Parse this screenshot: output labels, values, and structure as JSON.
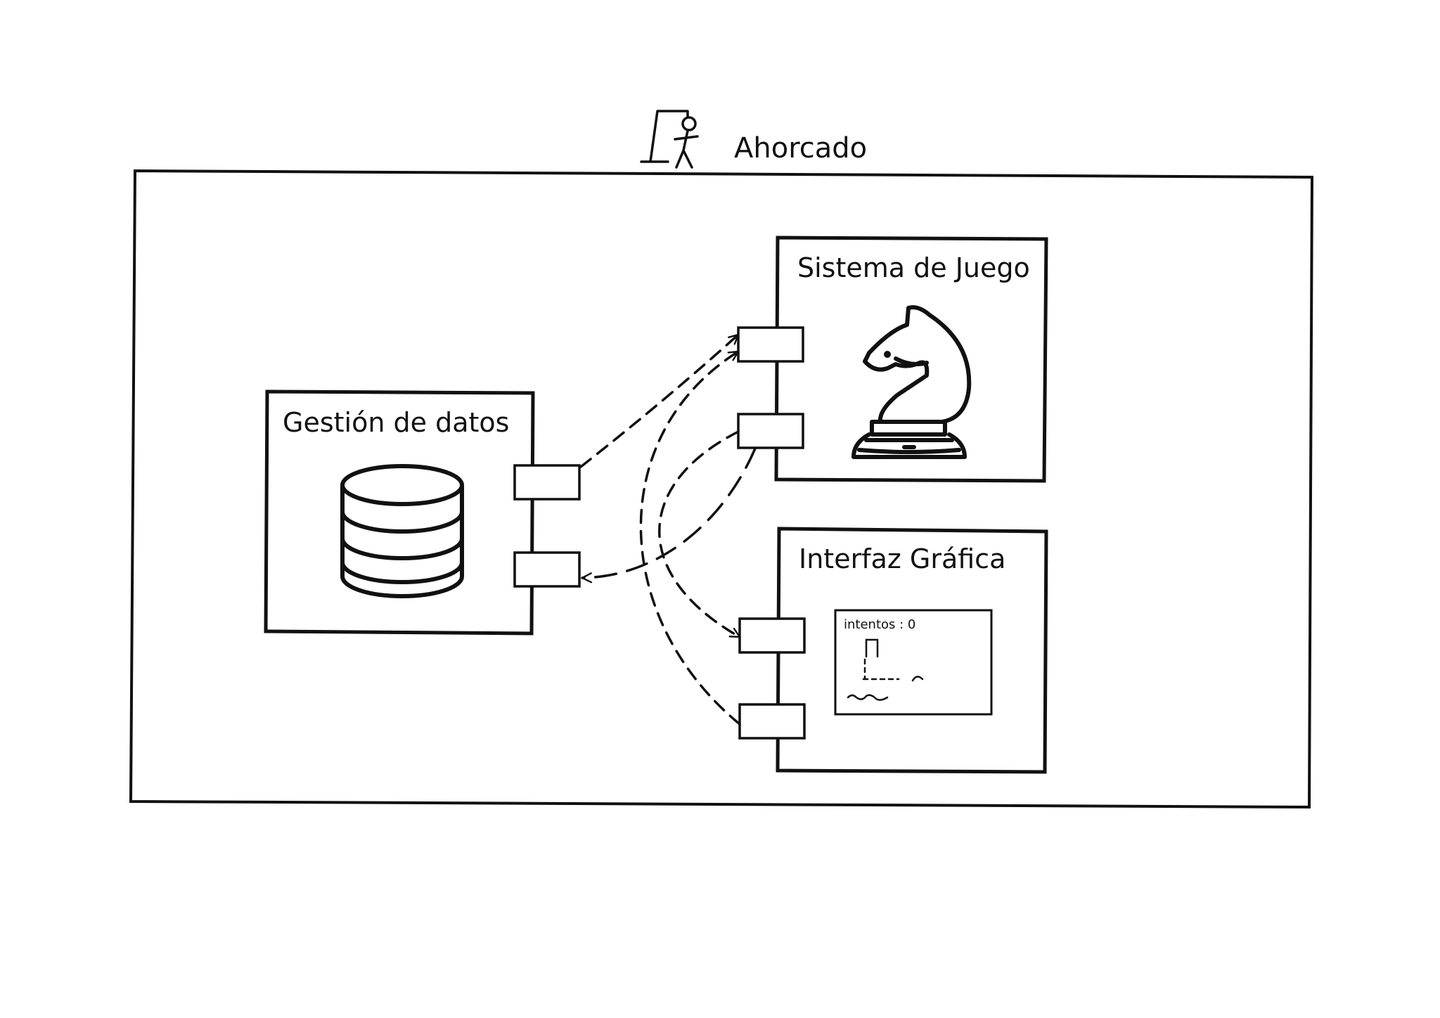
{
  "diagram": {
    "title": "Ahorcado",
    "components": {
      "data": {
        "label": "Gestión de datos",
        "icon": "database-icon"
      },
      "game": {
        "label": "Sistema de Juego",
        "icon": "chess-knight-icon"
      },
      "ui": {
        "label": "Interfaz Gráfica",
        "icon": "game-screen-icon",
        "screen_text": "intentos : 0"
      }
    },
    "connections": [
      {
        "from": "Gestión de datos",
        "to": "Sistema de Juego",
        "style": "dashed"
      },
      {
        "from": "Sistema de Juego",
        "to": "Gestión de datos",
        "style": "dashed"
      },
      {
        "from": "Sistema de Juego",
        "to": "Interfaz Gráfica",
        "style": "dashed"
      },
      {
        "from": "Interfaz Gráfica",
        "to": "Sistema de Juego",
        "style": "dashed"
      }
    ]
  }
}
